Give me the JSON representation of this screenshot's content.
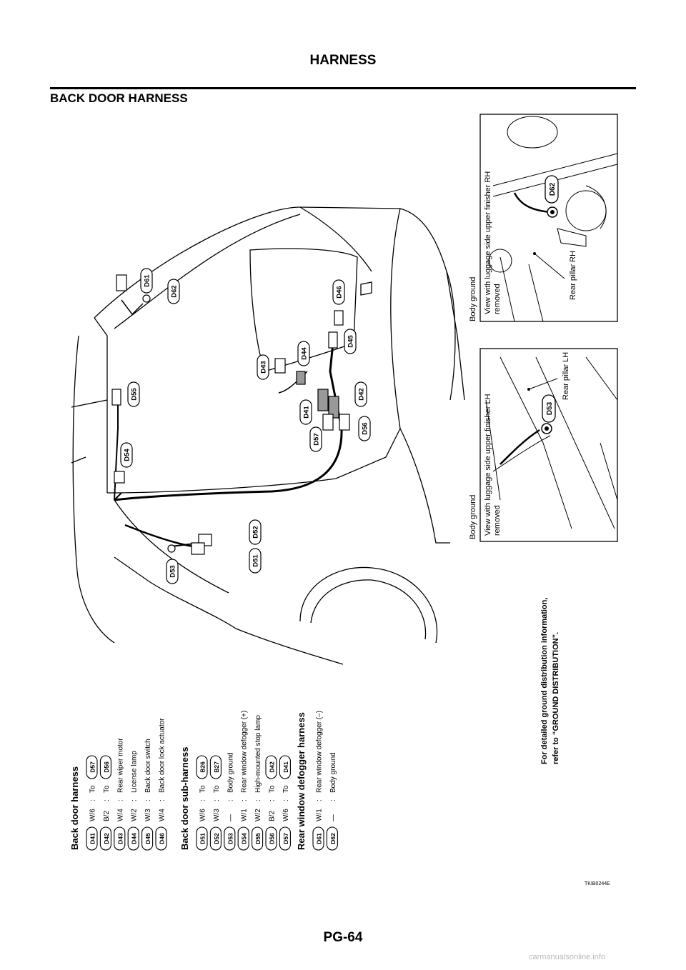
{
  "header": {
    "title": "HARNESS"
  },
  "section": {
    "title": "BACK DOOR HARNESS"
  },
  "footer": {
    "page": "PG-64"
  },
  "figure": {
    "id": "TKIB0244E"
  },
  "watermark": "carmanualsonline.info",
  "legend": {
    "back_door": {
      "title": "Back door harness",
      "rows": [
        {
          "code": "D41",
          "wire": "W/6",
          "desc": "To",
          "ref": "D57"
        },
        {
          "code": "D42",
          "wire": "B/2",
          "desc": "To",
          "ref": "D56"
        },
        {
          "code": "D43",
          "wire": "W/4",
          "desc": "Rear wiper motor",
          "ref": ""
        },
        {
          "code": "D44",
          "wire": "W/2",
          "desc": "License lamp",
          "ref": ""
        },
        {
          "code": "D45",
          "wire": "W/3",
          "desc": "Back door switch",
          "ref": ""
        },
        {
          "code": "D46",
          "wire": "W/4",
          "desc": "Back door lock actuator",
          "ref": ""
        }
      ]
    },
    "sub": {
      "title": "Back door sub-harness",
      "rows": [
        {
          "code": "D51",
          "wire": "W/6",
          "desc": "To",
          "ref": "B26"
        },
        {
          "code": "D52",
          "wire": "W/3",
          "desc": "To",
          "ref": "B27"
        },
        {
          "code": "D53",
          "wire": "—",
          "desc": "Body ground",
          "ref": ""
        },
        {
          "code": "D54",
          "wire": "W/1",
          "desc": "Rear window defogger (+)",
          "ref": ""
        },
        {
          "code": "D55",
          "wire": "W/2",
          "desc": "High-mounted stop lamp",
          "ref": ""
        },
        {
          "code": "D56",
          "wire": "B/2",
          "desc": "To",
          "ref": "D42"
        },
        {
          "code": "D57",
          "wire": "W/6",
          "desc": "To",
          "ref": "D41"
        }
      ]
    },
    "defogger": {
      "title": "Rear window defogger harness",
      "rows": [
        {
          "code": "D61",
          "wire": "W/1",
          "desc": "Rear window defogger (–)",
          "ref": ""
        },
        {
          "code": "D62",
          "wire": "—",
          "desc": "Body ground",
          "ref": ""
        }
      ]
    }
  },
  "note": {
    "line1": "For detailed ground distribution information,",
    "line2": "refer to “GROUND DISTRIBUTION”."
  },
  "insets": {
    "left": {
      "title": "Body ground",
      "caption1": "View with luggage side upper finisher LH",
      "caption2": "removed",
      "pillar": "Rear pillar LH",
      "connector": "D53"
    },
    "right": {
      "title": "Body ground",
      "caption1": "View with luggage side upper finisher RH",
      "caption2": "removed",
      "pillar": "Rear pillar RH",
      "connector": "D62"
    }
  },
  "diagram": {
    "labels": [
      "D53",
      "D51",
      "D52",
      "D54",
      "D55",
      "D61",
      "D62",
      "D43",
      "D44",
      "D41",
      "D57",
      "D42",
      "D56",
      "D45",
      "D46"
    ]
  }
}
